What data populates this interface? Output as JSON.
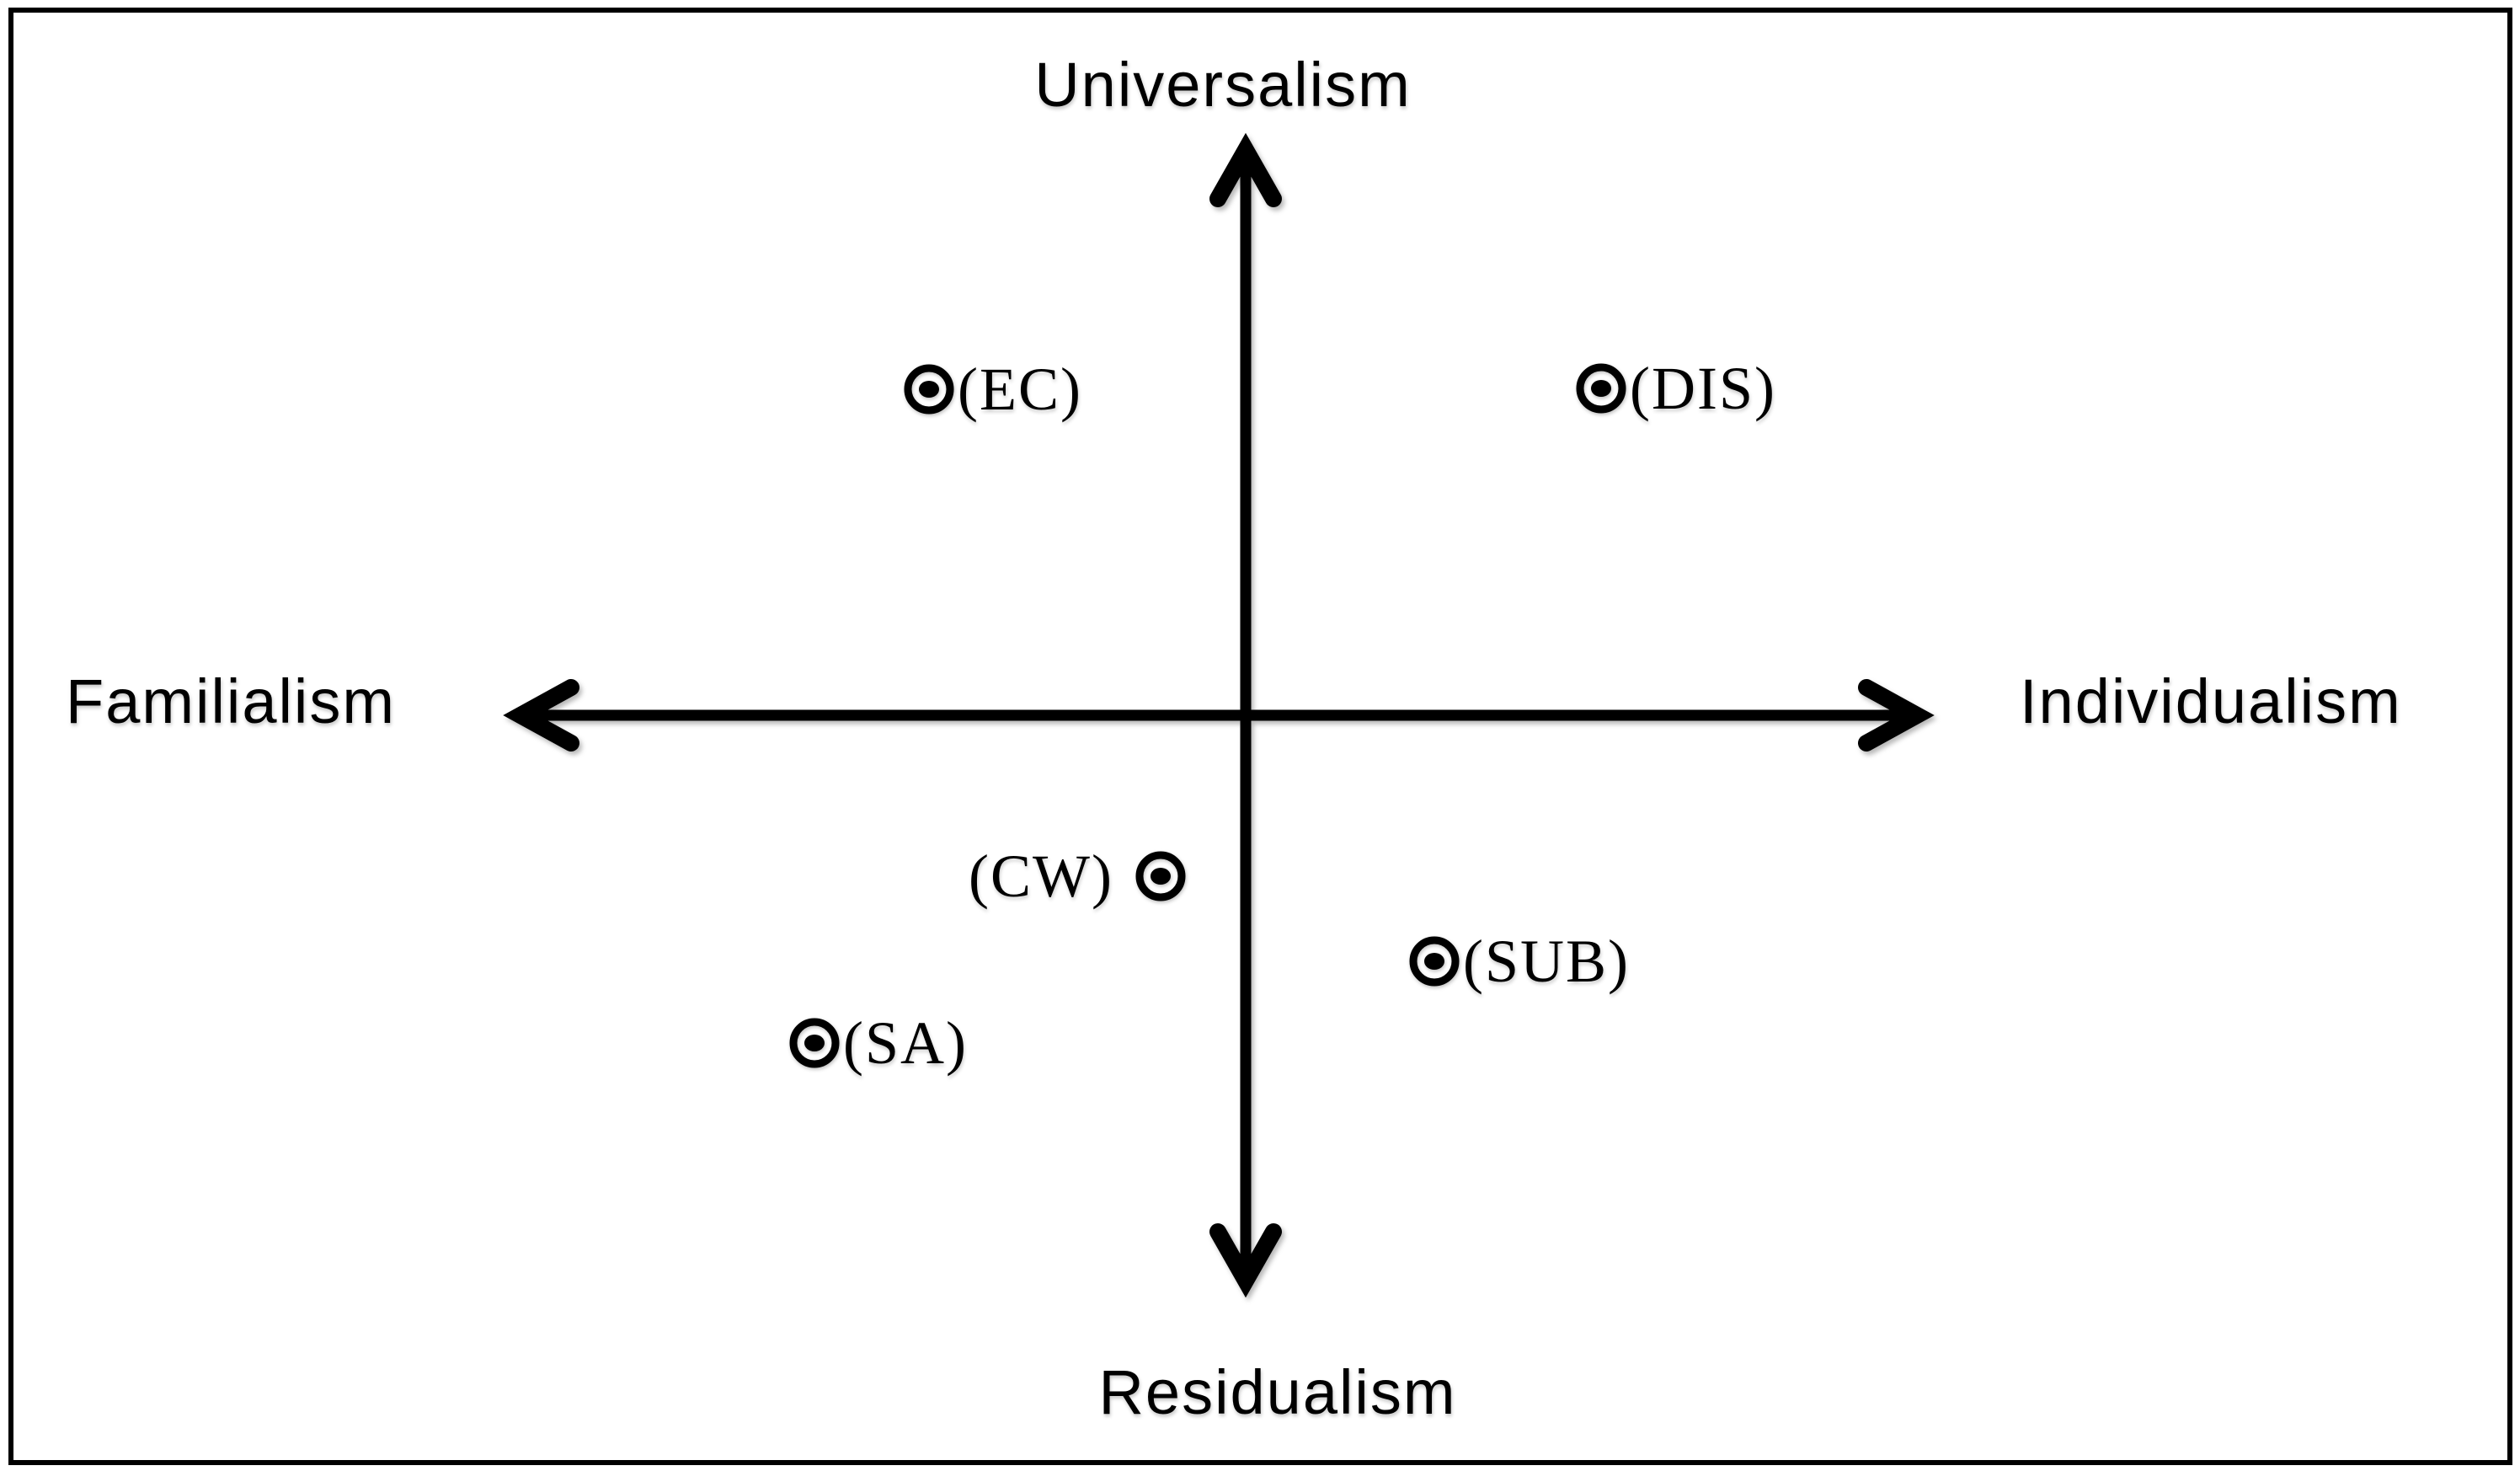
{
  "diagram": {
    "axis_labels": {
      "top": "Universalism",
      "bottom": "Residualism",
      "left": "Familialism",
      "right": "Individualism"
    },
    "markers": [
      {
        "id": "EC",
        "label": "(EC)",
        "symbol": "circled-dot",
        "quadrant": "upper-left",
        "label_position": "right-of-dot"
      },
      {
        "id": "DIS",
        "label": "(DIS)",
        "symbol": "circled-dot",
        "quadrant": "upper-right",
        "label_position": "right-of-dot"
      },
      {
        "id": "CW",
        "label": "(CW)",
        "symbol": "circled-dot",
        "quadrant": "lower-left",
        "label_position": "left-of-dot"
      },
      {
        "id": "SUB",
        "label": "(SUB)",
        "symbol": "circled-dot",
        "quadrant": "lower-right",
        "label_position": "right-of-dot"
      },
      {
        "id": "SA",
        "label": "(SA)",
        "symbol": "circled-dot",
        "quadrant": "lower-left",
        "label_position": "right-of-dot"
      }
    ],
    "colors": {
      "ink": "#000000",
      "background": "#ffffff"
    }
  },
  "chart_data": {
    "type": "scatter",
    "title": "",
    "x_axis": {
      "negative_label": "Familialism",
      "positive_label": "Individualism",
      "range": [
        -1,
        1
      ]
    },
    "y_axis": {
      "negative_label": "Residualism",
      "positive_label": "Universalism",
      "range": [
        -1,
        1
      ]
    },
    "points": [
      {
        "name": "EC",
        "x": -0.45,
        "y": 0.58
      },
      {
        "name": "DIS",
        "x": 0.51,
        "y": 0.58
      },
      {
        "name": "CW",
        "x": -0.07,
        "y": -0.29
      },
      {
        "name": "SUB",
        "x": 0.27,
        "y": -0.44
      },
      {
        "name": "SA",
        "x": -0.62,
        "y": -0.58
      }
    ],
    "grid": false,
    "legend": false,
    "marker_style": "circled-dot"
  }
}
